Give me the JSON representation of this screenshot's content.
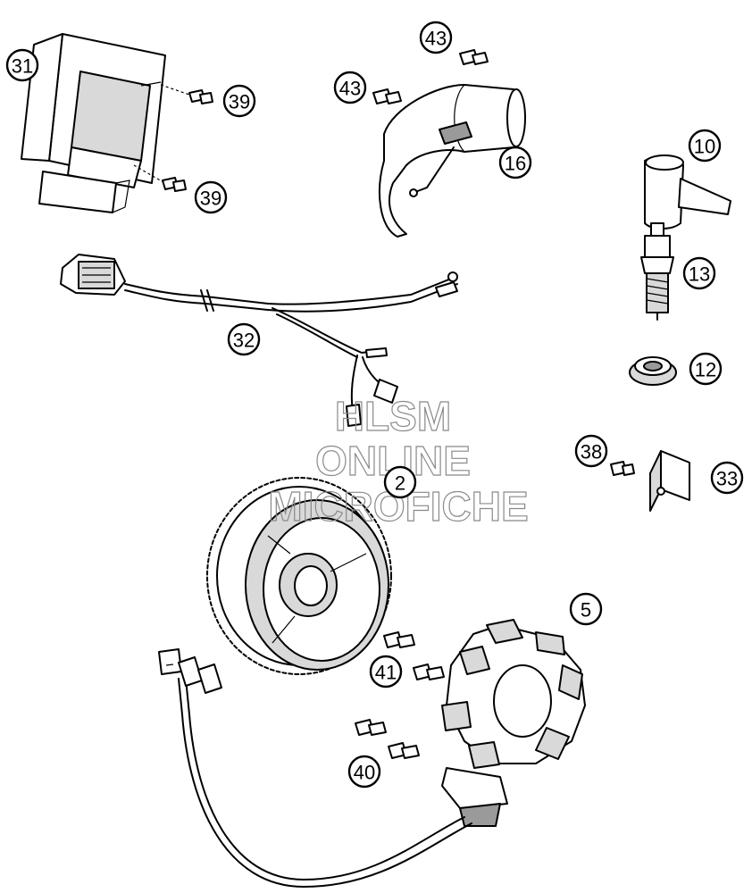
{
  "watermark": {
    "line1": "HLSM",
    "line2": "ONLINE",
    "line3": "MICROFICHE"
  },
  "callouts": {
    "c31": "31",
    "c39a": "39",
    "c39b": "39",
    "c43a": "43",
    "c43b": "43",
    "c16": "16",
    "c10": "10",
    "c13": "13",
    "c12": "12",
    "c32": "32",
    "c2": "2",
    "c38": "38",
    "c33": "33",
    "c5": "5",
    "c41": "41",
    "c40": "40"
  }
}
